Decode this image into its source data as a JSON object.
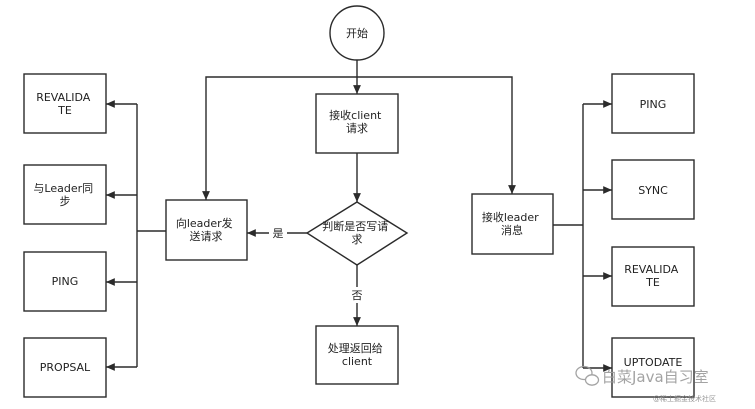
{
  "nodes": {
    "start": [
      "开始"
    ],
    "receive_client": [
      "接收client",
      "请求"
    ],
    "judge_write": [
      "判断是否写请",
      "求"
    ],
    "send_to_leader": [
      "向leader发",
      "送请求"
    ],
    "handle_return": [
      "处理返回给",
      "client"
    ],
    "receive_leader": [
      "接收leader",
      "消息"
    ],
    "revalidate_left": [
      "REVALIDA",
      "TE"
    ],
    "sync_with_leader": [
      "与Leader同",
      "步"
    ],
    "ping_left": [
      "PING"
    ],
    "propsal": [
      "PROPSAL"
    ],
    "ping_right": [
      "PING"
    ],
    "sync_right": [
      "SYNC"
    ],
    "revalidate_right": [
      "REVALIDA",
      "TE"
    ],
    "uptodate": [
      "UPTODATE"
    ]
  },
  "edge_labels": {
    "yes": "是",
    "no": "否"
  },
  "watermark": {
    "main": "白菜Java自习室",
    "sub": "@稀土掘金技术社区"
  },
  "colors": {
    "stroke": "#2b2b2b",
    "background": "#ffffff"
  }
}
